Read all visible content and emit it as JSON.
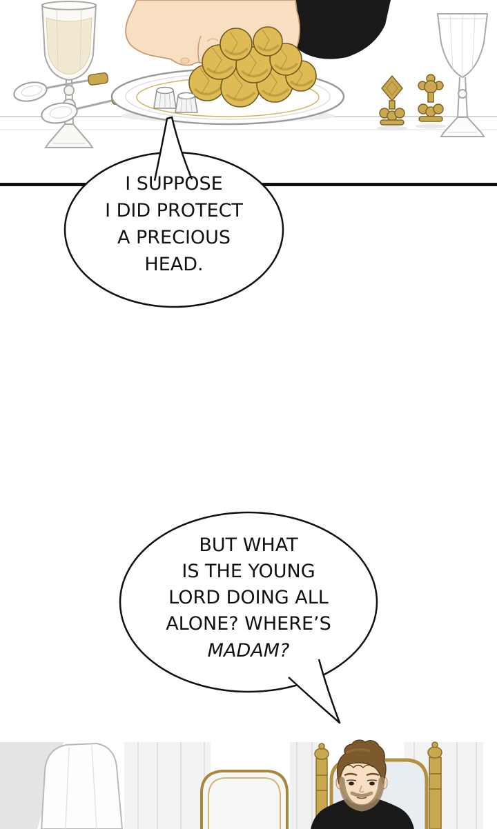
{
  "comic": {
    "bubble1": {
      "lines": [
        "I SUPPOSE",
        "I DID PROTECT",
        "A PRECIOUS",
        "HEAD."
      ]
    },
    "bubble2": {
      "lines": [
        "BUT WHAT",
        "IS THE YOUNG",
        "LORD DOING ALL",
        "ALONE? WHERE’S",
        "MADAM?"
      ]
    }
  },
  "colors": {
    "ink": "#111111",
    "food_gold": "#debb55",
    "food_shade": "#b08c38",
    "gold": "#c9a84f",
    "skin": "#f8dfc2",
    "hair": "#7d5a2e",
    "sleeve_black": "#191919",
    "cushion": "#e8edf2",
    "outline_gray": "#a8a8a8"
  }
}
